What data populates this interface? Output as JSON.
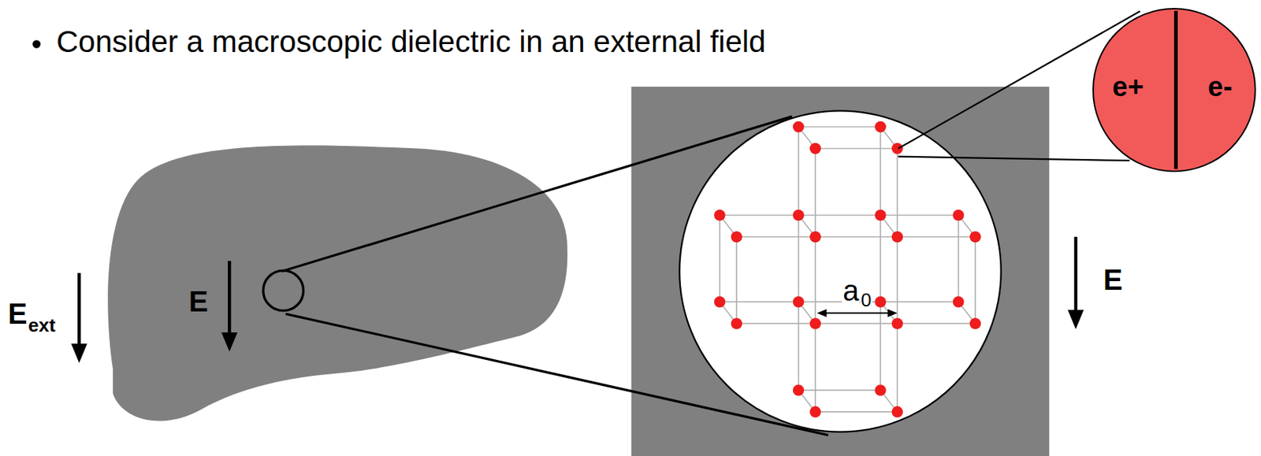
{
  "diagram": {
    "nodes": [
      {
        "text": [
          "e+",
          "e-"
        ]
      }
    ],
    "labels": [
      "Consider a macroscopic dielectric in an external field",
      "E",
      "ext",
      "E",
      "a",
      "0",
      "E"
    ]
  }
}
